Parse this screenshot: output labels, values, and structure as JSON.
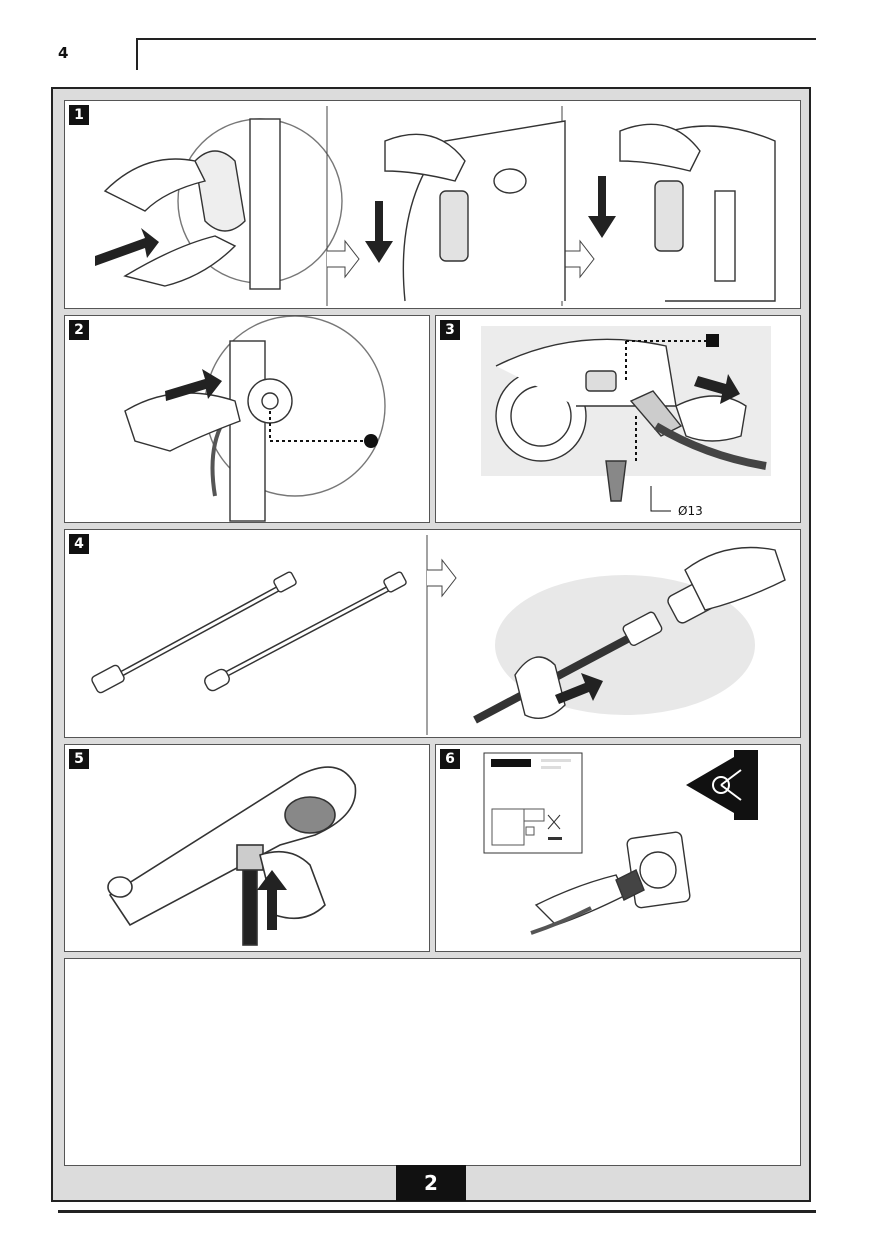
{
  "page": {
    "number": "4"
  },
  "steps": [
    {
      "label": "1"
    },
    {
      "label": "2"
    },
    {
      "label": "3",
      "dimension": "Ø13"
    },
    {
      "label": "4"
    },
    {
      "label": "5"
    },
    {
      "label": "6"
    }
  ],
  "footer": {
    "section_number": "2"
  }
}
